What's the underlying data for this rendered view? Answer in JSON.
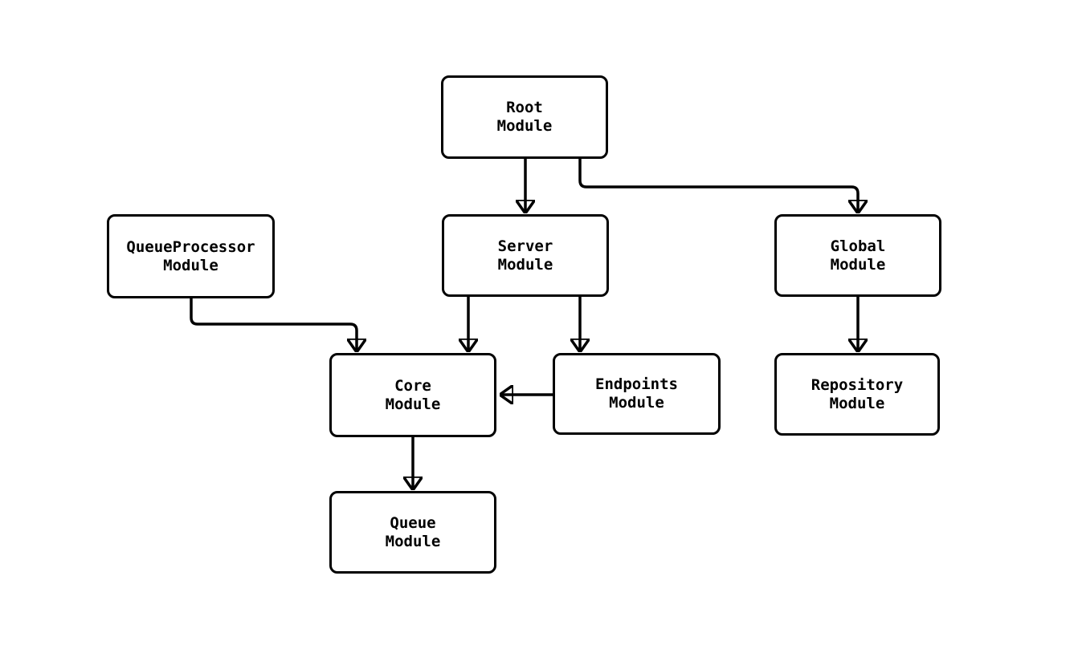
{
  "diagram": {
    "background_color": "#ffffff",
    "node_fill_color": "#ffffff",
    "node_border_color": "#000000",
    "edge_color": "#000000",
    "text_color": "#000000",
    "nodes": [
      {
        "id": "root",
        "label": "Root\nModule"
      },
      {
        "id": "queueprocessor",
        "label": "QueueProcessor\nModule"
      },
      {
        "id": "server",
        "label": "Server\nModule"
      },
      {
        "id": "global",
        "label": "Global\nModule"
      },
      {
        "id": "core",
        "label": "Core\nModule"
      },
      {
        "id": "endpoints",
        "label": "Endpoints\nModule"
      },
      {
        "id": "repository",
        "label": "Repository\nModule"
      },
      {
        "id": "queue",
        "label": "Queue\nModule"
      }
    ],
    "edges": [
      {
        "from": "root",
        "to": "server"
      },
      {
        "from": "root",
        "to": "global"
      },
      {
        "from": "queueprocessor",
        "to": "core"
      },
      {
        "from": "server",
        "to": "core"
      },
      {
        "from": "server",
        "to": "endpoints"
      },
      {
        "from": "endpoints",
        "to": "core"
      },
      {
        "from": "core",
        "to": "queue"
      },
      {
        "from": "global",
        "to": "repository"
      }
    ]
  }
}
